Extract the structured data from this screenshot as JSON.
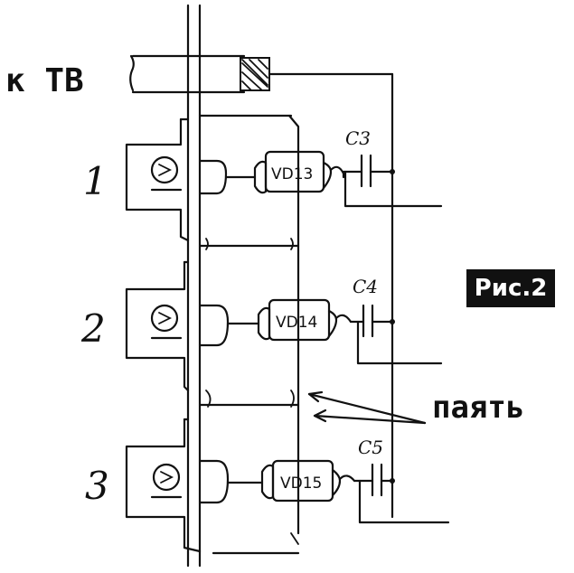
{
  "cable_label": "к ТВ",
  "figure_label": "Рис.2",
  "solder_label": "паять",
  "stages": [
    {
      "number": "1",
      "diode": "VD13",
      "capacitor": "C3"
    },
    {
      "number": "2",
      "diode": "VD14",
      "capacitor": "C4"
    },
    {
      "number": "3",
      "diode": "VD15",
      "capacitor": "C5"
    }
  ]
}
